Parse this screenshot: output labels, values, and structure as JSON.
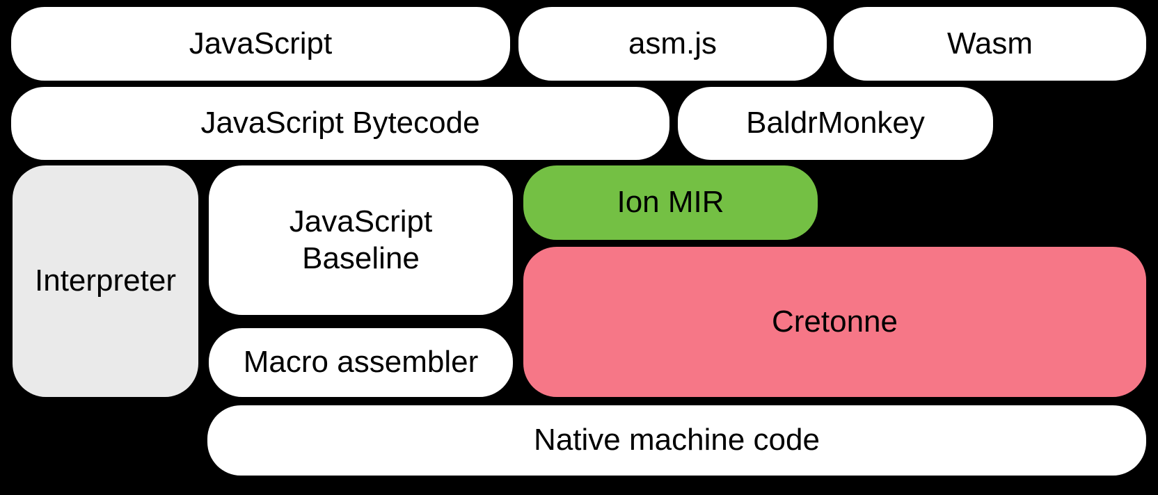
{
  "colors": {
    "background": "#000000",
    "box_default": "#ffffff",
    "box_interpreter": "#eaeaea",
    "box_ion_mir": "#74c044",
    "box_cretonne": "#f67787",
    "text": "#000000"
  },
  "boxes": {
    "javascript": {
      "label": "JavaScript",
      "fill": "#ffffff"
    },
    "asmjs": {
      "label": "asm.js",
      "fill": "#ffffff"
    },
    "wasm": {
      "label": "Wasm",
      "fill": "#ffffff"
    },
    "bytecode": {
      "label": "JavaScript Bytecode",
      "fill": "#ffffff"
    },
    "baldrmonkey": {
      "label": "BaldrMonkey",
      "fill": "#ffffff"
    },
    "interpreter": {
      "label": "Interpreter",
      "fill": "#eaeaea"
    },
    "baseline": {
      "label": "JavaScript Baseline",
      "fill": "#ffffff"
    },
    "ionmir": {
      "label": "Ion MIR",
      "fill": "#74c044"
    },
    "cretonne": {
      "label": "Cretonne",
      "fill": "#f67787"
    },
    "macro": {
      "label": "Macro assembler",
      "fill": "#ffffff"
    },
    "native": {
      "label": "Native machine code",
      "fill": "#ffffff"
    }
  }
}
